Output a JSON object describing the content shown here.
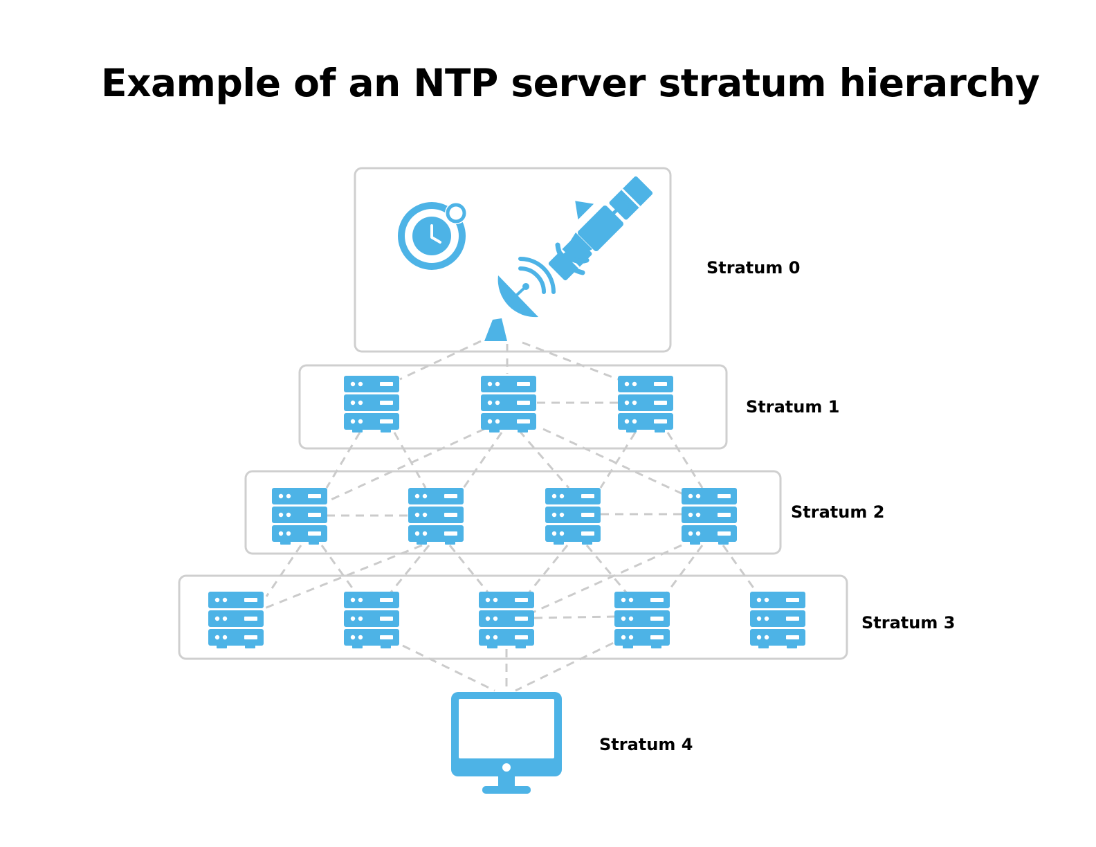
{
  "title": "Example of an NTP server stratum hierarchy",
  "accent_color": "#4db3e6",
  "link_color": "#cbcbcb",
  "box_color": "#cfcfcf",
  "strata": [
    {
      "label": "Stratum 0",
      "icons": [
        "atomic-clock-icon",
        "satellite-icon",
        "satellite-dish-icon"
      ]
    },
    {
      "label": "Stratum 1",
      "server_count": 3
    },
    {
      "label": "Stratum 2",
      "server_count": 4
    },
    {
      "label": "Stratum 3",
      "server_count": 5
    },
    {
      "label": "Stratum 4",
      "icons": [
        "computer-monitor-icon"
      ]
    }
  ]
}
